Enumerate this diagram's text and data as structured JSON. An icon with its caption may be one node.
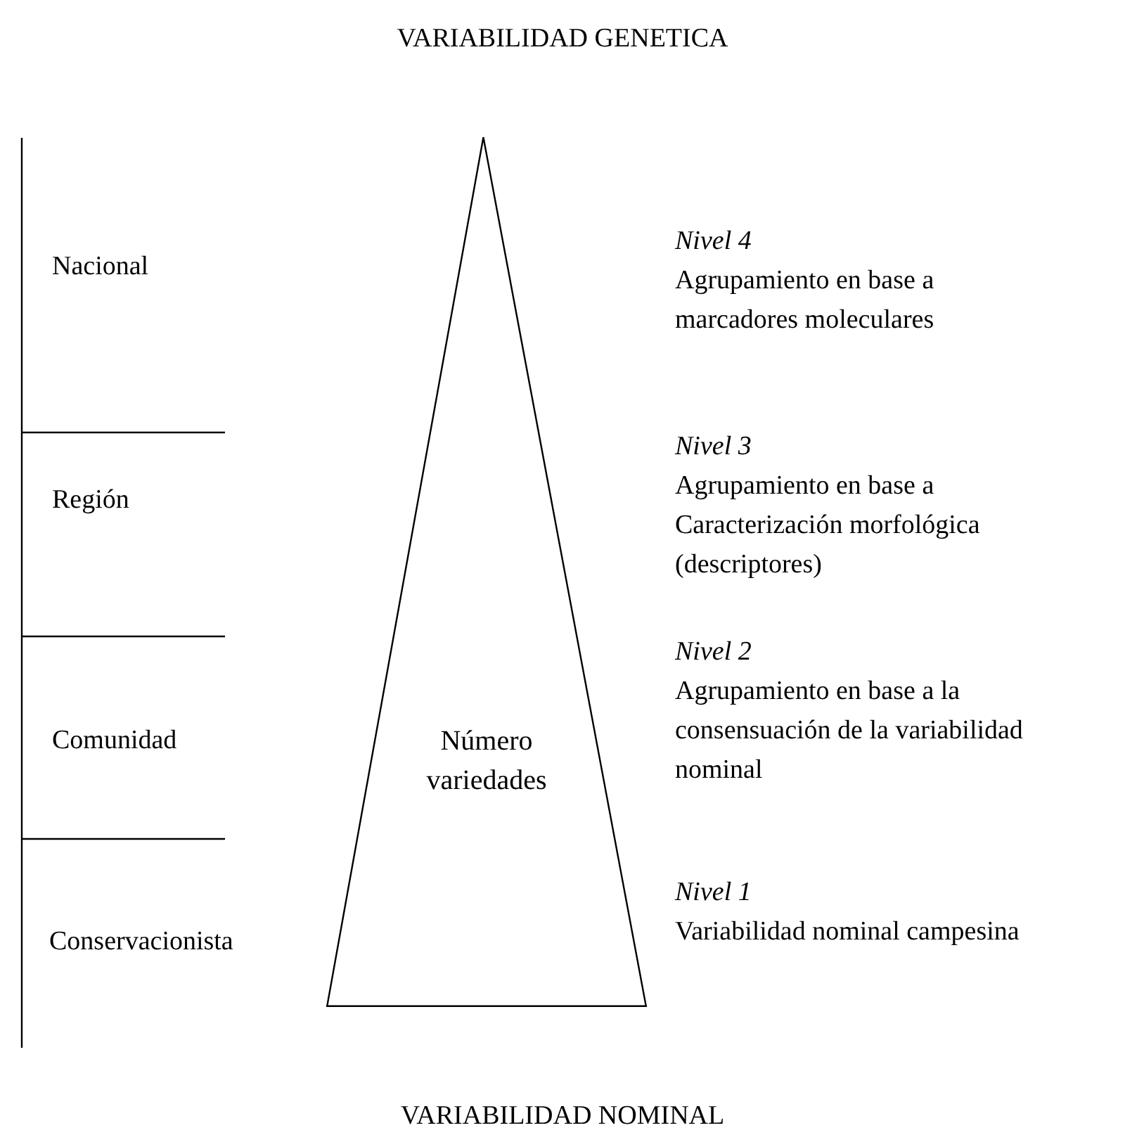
{
  "diagram": {
    "title": "VARIABILIDAD GENETICA",
    "caption": "VARIABILIDAD NOMINAL",
    "nodes": [
      {
        "text": [
          "Número variedades"
        ]
      }
    ],
    "labels": [
      "Nacional",
      "Nivel 4",
      "Agrupamiento en base a marcadores moleculares",
      "Región",
      "Nivel 3",
      "Agrupamiento en base a Caracterización morfológica (descriptores)",
      "Comunidad",
      "Nivel 2",
      "Agrupamiento en base a la consensuación de la variabilidad  nominal",
      "Conservacionista",
      "Nivel 1",
      "Variabilidad nominal campesina"
    ]
  }
}
